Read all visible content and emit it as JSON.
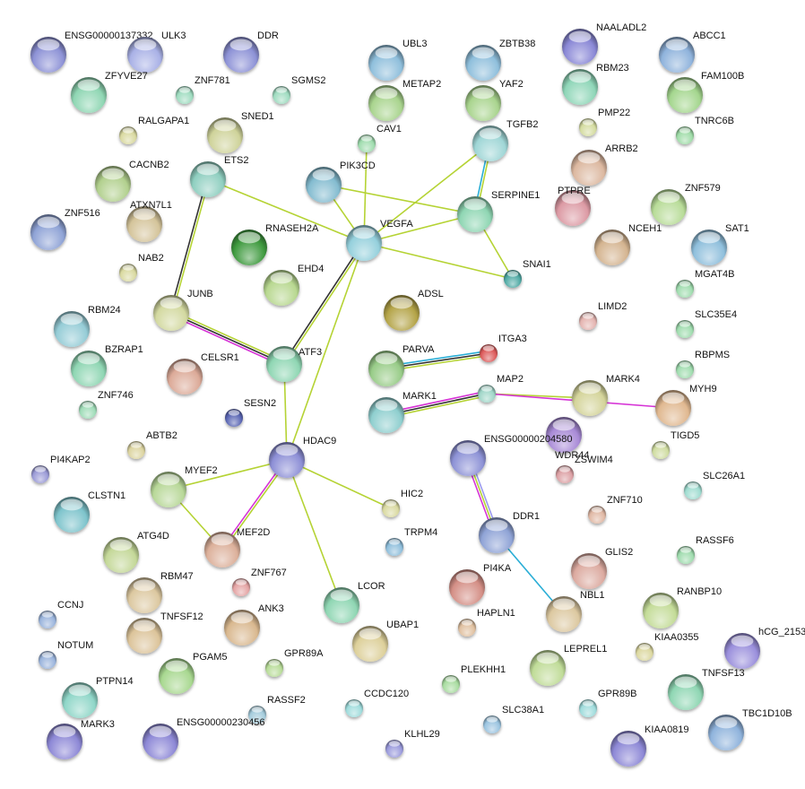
{
  "network": {
    "nodes": [
      {
        "name": "ENSG00000137332",
        "color": "#8d92d6",
        "size": "large"
      },
      {
        "name": "ULK3",
        "color": "#a9b1e6",
        "size": "large"
      },
      {
        "name": "DDR",
        "color": "#8d92d6",
        "size": "large"
      },
      {
        "name": "UBL3",
        "color": "#8fbfdc",
        "size": "large"
      },
      {
        "name": "ZBTB38",
        "color": "#8fbfdc",
        "size": "large"
      },
      {
        "name": "NAALADL2",
        "color": "#8a88d6",
        "size": "large"
      },
      {
        "name": "ABCC1",
        "color": "#8fb3dc",
        "size": "large"
      },
      {
        "name": "ZFYVE27",
        "color": "#8fd6b3",
        "size": "large"
      },
      {
        "name": "ZNF781",
        "color": "#9fdcc0",
        "size": "small"
      },
      {
        "name": "SGMS2",
        "color": "#9fdcc0",
        "size": "small"
      },
      {
        "name": "METAP2",
        "color": "#a9d48e",
        "size": "large"
      },
      {
        "name": "YAF2",
        "color": "#a9d48e",
        "size": "large"
      },
      {
        "name": "RBM23",
        "color": "#8fd6b8",
        "size": "large"
      },
      {
        "name": "FAM100B",
        "color": "#a4d68e",
        "size": "large"
      },
      {
        "name": "RALGAPA1",
        "color": "#d9d9a0",
        "size": "small"
      },
      {
        "name": "SNED1",
        "color": "#cfd39a",
        "size": "large"
      },
      {
        "name": "CAV1",
        "color": "#9fdcae",
        "size": "small"
      },
      {
        "name": "TGFB2",
        "color": "#9fd6d6",
        "size": "large"
      },
      {
        "name": "PMP22",
        "color": "#d4dca0",
        "size": "small"
      },
      {
        "name": "TNRC6B",
        "color": "#9fdca8",
        "size": "small"
      },
      {
        "name": "CACNB2",
        "color": "#b2d08e",
        "size": "large"
      },
      {
        "name": "ETS2",
        "color": "#8fcfc0",
        "size": "large"
      },
      {
        "name": "PIK3CD",
        "color": "#84bcd0",
        "size": "large"
      },
      {
        "name": "SERPINE1",
        "color": "#8fd6b3",
        "size": "large"
      },
      {
        "name": "ARRB2",
        "color": "#dcb8a0",
        "size": "large"
      },
      {
        "name": "PTPRE",
        "color": "#dc9aa4",
        "size": "large"
      },
      {
        "name": "ZNF579",
        "color": "#b8dc98",
        "size": "large"
      },
      {
        "name": "ZNF516",
        "color": "#8fa3d6",
        "size": "large"
      },
      {
        "name": "ATXN7L1",
        "color": "#d4c49a",
        "size": "large"
      },
      {
        "name": "VEGFA",
        "color": "#95d0dc",
        "size": "large"
      },
      {
        "name": "RNASEH2A",
        "color": "#3f9a3f",
        "size": "large"
      },
      {
        "name": "NCEH1",
        "color": "#d4b490",
        "size": "large"
      },
      {
        "name": "SAT1",
        "color": "#8fbfdc",
        "size": "large"
      },
      {
        "name": "SNAI1",
        "color": "#50aaa5",
        "size": "small"
      },
      {
        "name": "NAB2",
        "color": "#d9d9a0",
        "size": "small"
      },
      {
        "name": "EHD4",
        "color": "#b8d890",
        "size": "large"
      },
      {
        "name": "MGAT4B",
        "color": "#9fdcae",
        "size": "small"
      },
      {
        "name": "ADSL",
        "color": "#b4a448",
        "size": "large"
      },
      {
        "name": "JUNB",
        "color": "#d3d9a0",
        "size": "large"
      },
      {
        "name": "RBM24",
        "color": "#95ccd6",
        "size": "large"
      },
      {
        "name": "LIMD2",
        "color": "#e4b4b0",
        "size": "small"
      },
      {
        "name": "SLC35E4",
        "color": "#9fdcae",
        "size": "small"
      },
      {
        "name": "ITGA3",
        "color": "#dc5a5a",
        "size": "small"
      },
      {
        "name": "PARVA",
        "color": "#98cc88",
        "size": "large"
      },
      {
        "name": "ATF3",
        "color": "#8fd6b3",
        "size": "large"
      },
      {
        "name": "BZRAP1",
        "color": "#8fd6b3",
        "size": "large"
      },
      {
        "name": "CELSR1",
        "color": "#dcaa98",
        "size": "large"
      },
      {
        "name": "RBPMS",
        "color": "#9fdcae",
        "size": "small"
      },
      {
        "name": "MAP2",
        "color": "#9fd6c8",
        "size": "small"
      },
      {
        "name": "MARK4",
        "color": "#d4d49a",
        "size": "large"
      },
      {
        "name": "MARK1",
        "color": "#8fcfcf",
        "size": "large"
      },
      {
        "name": "MYH9",
        "color": "#e0b890",
        "size": "large"
      },
      {
        "name": "ZNF746",
        "color": "#9fdcb8",
        "size": "small"
      },
      {
        "name": "SESN2",
        "color": "#5a66b4",
        "size": "small"
      },
      {
        "name": "WDR44",
        "color": "#a88ad6",
        "size": "large"
      },
      {
        "name": "ENSG00000204580",
        "color": "#8d92d6",
        "size": "large"
      },
      {
        "name": "TIGD5",
        "color": "#cfdca0",
        "size": "small"
      },
      {
        "name": "ABTB2",
        "color": "#dcd4a0",
        "size": "small"
      },
      {
        "name": "HDAC9",
        "color": "#8d8fd6",
        "size": "large"
      },
      {
        "name": "PI4KAP2",
        "color": "#9a9ad6",
        "size": "small"
      },
      {
        "name": "ZSWIM4",
        "color": "#dca0a4",
        "size": "small"
      },
      {
        "name": "MYEF2",
        "color": "#b8d898",
        "size": "large"
      },
      {
        "name": "SLC26A1",
        "color": "#9fdcd0",
        "size": "small"
      },
      {
        "name": "HIC2",
        "color": "#d9d9a0",
        "size": "small"
      },
      {
        "name": "CLSTN1",
        "color": "#7ec4cc",
        "size": "large"
      },
      {
        "name": "ZNF710",
        "color": "#e0b8a4",
        "size": "small"
      },
      {
        "name": "DDR1",
        "color": "#8fa3d6",
        "size": "large"
      },
      {
        "name": "TRPM4",
        "color": "#8fbfdc",
        "size": "small"
      },
      {
        "name": "MEF2D",
        "color": "#dcb09a",
        "size": "large"
      },
      {
        "name": "ATG4D",
        "color": "#c4d898",
        "size": "large"
      },
      {
        "name": "RASSF6",
        "color": "#9fdcae",
        "size": "small"
      },
      {
        "name": "GLIS2",
        "color": "#dcaaa0",
        "size": "large"
      },
      {
        "name": "PI4KA",
        "color": "#d48f86",
        "size": "large"
      },
      {
        "name": "ZNF767",
        "color": "#e4a4a4",
        "size": "small"
      },
      {
        "name": "RBM47",
        "color": "#dcc8a0",
        "size": "large"
      },
      {
        "name": "LCOR",
        "color": "#8fd6b3",
        "size": "large"
      },
      {
        "name": "NBL1",
        "color": "#dcc8a0",
        "size": "large"
      },
      {
        "name": "RANBP10",
        "color": "#c4dc98",
        "size": "large"
      },
      {
        "name": "CCNJ",
        "color": "#9ab4dc",
        "size": "small"
      },
      {
        "name": "TNFSF12",
        "color": "#dcc49a",
        "size": "large"
      },
      {
        "name": "ANK3",
        "color": "#d9b88f",
        "size": "large"
      },
      {
        "name": "HAPLN1",
        "color": "#e0c0a0",
        "size": "small"
      },
      {
        "name": "UBAP1",
        "color": "#ddd09a",
        "size": "large"
      },
      {
        "name": "KIAA0355",
        "color": "#dcd8a0",
        "size": "small"
      },
      {
        "name": "hCG_2153",
        "color": "#9a8fdc",
        "size": "large"
      },
      {
        "name": "NOTUM",
        "color": "#9ab4dc",
        "size": "small"
      },
      {
        "name": "LEPREL1",
        "color": "#c0dc98",
        "size": "large"
      },
      {
        "name": "PGAM5",
        "color": "#a8d890",
        "size": "large"
      },
      {
        "name": "GPR89A",
        "color": "#b8dc98",
        "size": "small"
      },
      {
        "name": "PLEKHH1",
        "color": "#a8dca0",
        "size": "small"
      },
      {
        "name": "TNFSF13",
        "color": "#8fd6b3",
        "size": "large"
      },
      {
        "name": "PTPN14",
        "color": "#8fd6c8",
        "size": "large"
      },
      {
        "name": "GPR89B",
        "color": "#9fdcdc",
        "size": "small"
      },
      {
        "name": "CCDC120",
        "color": "#9fdcdc",
        "size": "small"
      },
      {
        "name": "RASSF2",
        "color": "#a4ccdc",
        "size": "small"
      },
      {
        "name": "SLC38A1",
        "color": "#9ac4e0",
        "size": "small"
      },
      {
        "name": "TBC1D10B",
        "color": "#8fb3dc",
        "size": "large"
      },
      {
        "name": "MARK3",
        "color": "#8d88d6",
        "size": "large"
      },
      {
        "name": "ENSG00000230456",
        "color": "#8d88d6",
        "size": "large"
      },
      {
        "name": "KLHL29",
        "color": "#9a9adc",
        "size": "small"
      },
      {
        "name": "KIAA0819",
        "color": "#8d88d6",
        "size": "large"
      }
    ],
    "edges": [
      {
        "a": "ETS2",
        "b": "VEGFA",
        "colors": [
          "#b5d334"
        ]
      },
      {
        "a": "ETS2",
        "b": "JUNB",
        "colors": [
          "#b5d334",
          "#333333"
        ]
      },
      {
        "a": "JUNB",
        "b": "ATF3",
        "colors": [
          "#b5d334",
          "#333333",
          "#d633d6"
        ]
      },
      {
        "a": "VEGFA",
        "b": "ATF3",
        "colors": [
          "#b5d334",
          "#333333"
        ]
      },
      {
        "a": "VEGFA",
        "b": "HDAC9",
        "colors": [
          "#b5d334"
        ]
      },
      {
        "a": "ATF3",
        "b": "HDAC9",
        "colors": [
          "#b5d334"
        ]
      },
      {
        "a": "PIK3CD",
        "b": "VEGFA",
        "colors": [
          "#b5d334"
        ]
      },
      {
        "a": "PIK3CD",
        "b": "SERPINE1",
        "colors": [
          "#b5d334"
        ]
      },
      {
        "a": "CAV1",
        "b": "VEGFA",
        "colors": [
          "#b5d334"
        ]
      },
      {
        "a": "VEGFA",
        "b": "TGFB2",
        "colors": [
          "#b5d334"
        ]
      },
      {
        "a": "VEGFA",
        "b": "SERPINE1",
        "colors": [
          "#b5d334"
        ]
      },
      {
        "a": "VEGFA",
        "b": "SNAI1",
        "colors": [
          "#b5d334"
        ]
      },
      {
        "a": "SERPINE1",
        "b": "SNAI1",
        "colors": [
          "#b5d334"
        ]
      },
      {
        "a": "TGFB2",
        "b": "SERPINE1",
        "colors": [
          "#b5d334",
          "#2aaed6"
        ]
      },
      {
        "a": "PARVA",
        "b": "ITGA3",
        "colors": [
          "#2aaed6",
          "#333333",
          "#b5d334"
        ]
      },
      {
        "a": "MARK1",
        "b": "MAP2",
        "colors": [
          "#d633d6",
          "#333333",
          "#b5d334"
        ]
      },
      {
        "a": "MAP2",
        "b": "MARK4",
        "colors": [
          "#b5d334"
        ]
      },
      {
        "a": "MAP2",
        "b": "MYH9",
        "colors": [
          "#d633d6"
        ]
      },
      {
        "a": "HDAC9",
        "b": "MYEF2",
        "colors": [
          "#b5d334"
        ]
      },
      {
        "a": "HDAC9",
        "b": "MEF2D",
        "colors": [
          "#b5d334",
          "#d633d6"
        ]
      },
      {
        "a": "HDAC9",
        "b": "HIC2",
        "colors": [
          "#b5d334"
        ]
      },
      {
        "a": "HDAC9",
        "b": "LCOR",
        "colors": [
          "#b5d334"
        ]
      },
      {
        "a": "MYEF2",
        "b": "MEF2D",
        "colors": [
          "#b5d334"
        ]
      },
      {
        "a": "ENSG00000204580",
        "b": "DDR1",
        "colors": [
          "#9a9af0",
          "#b5d334",
          "#d633d6"
        ]
      },
      {
        "a": "DDR1",
        "b": "NBL1",
        "colors": [
          "#2aaed6"
        ]
      }
    ]
  }
}
